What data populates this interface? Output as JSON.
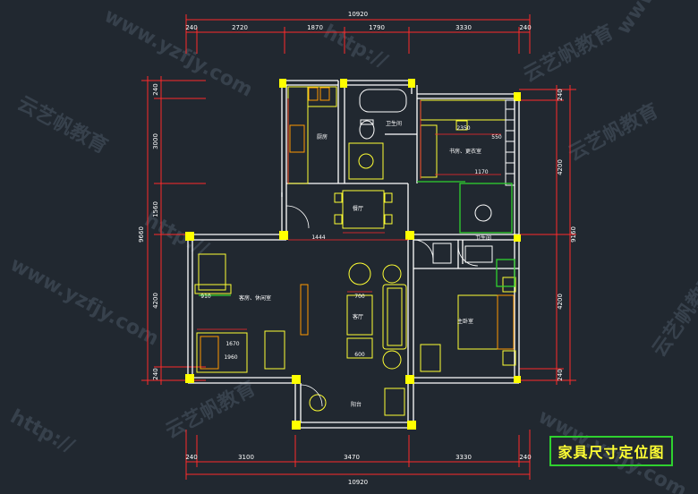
{
  "drawing": {
    "background": "#212830",
    "colors": {
      "wall": "#ffffff",
      "dim": "#ff2a2a",
      "furniture": "#ffff33",
      "accent": "#2fd12f",
      "column": "#ffff00",
      "fixture": "#ff9900"
    },
    "top_total": "10920",
    "top_segments": [
      "240",
      "2720",
      "1870",
      "1790",
      "3330",
      "240"
    ],
    "bottom_total": "10920",
    "bottom_segments": [
      "240",
      "3100",
      "3470",
      "3330",
      "240"
    ],
    "left_total": "9660",
    "left_segments": [
      "240",
      "3000",
      "1560",
      "4200",
      "240"
    ],
    "right_total": "9160",
    "right_segments": [
      "240",
      "4200",
      "4200",
      "240"
    ],
    "rooms": {
      "kitchen": "厨房",
      "toilet": "卫生间",
      "study": "书房、更衣室",
      "dining": "餐厅",
      "guest": "客房、休闲室",
      "living": "客厅",
      "bathroom": "卫生间",
      "master": "主卧室",
      "balcony": "阳台"
    },
    "dims": {
      "study_width": "2350",
      "study_depth": "550",
      "study_hall": "1170",
      "dining_span": "1444",
      "sofa": "700",
      "coffee": "600",
      "guest_bed": "1960",
      "guest_bed_len": "1670",
      "guest_side": "910"
    }
  },
  "title": "家具尺寸定位图",
  "watermark": [
    "云艺帆教育",
    "www.yzfjy.com",
    "http://"
  ]
}
